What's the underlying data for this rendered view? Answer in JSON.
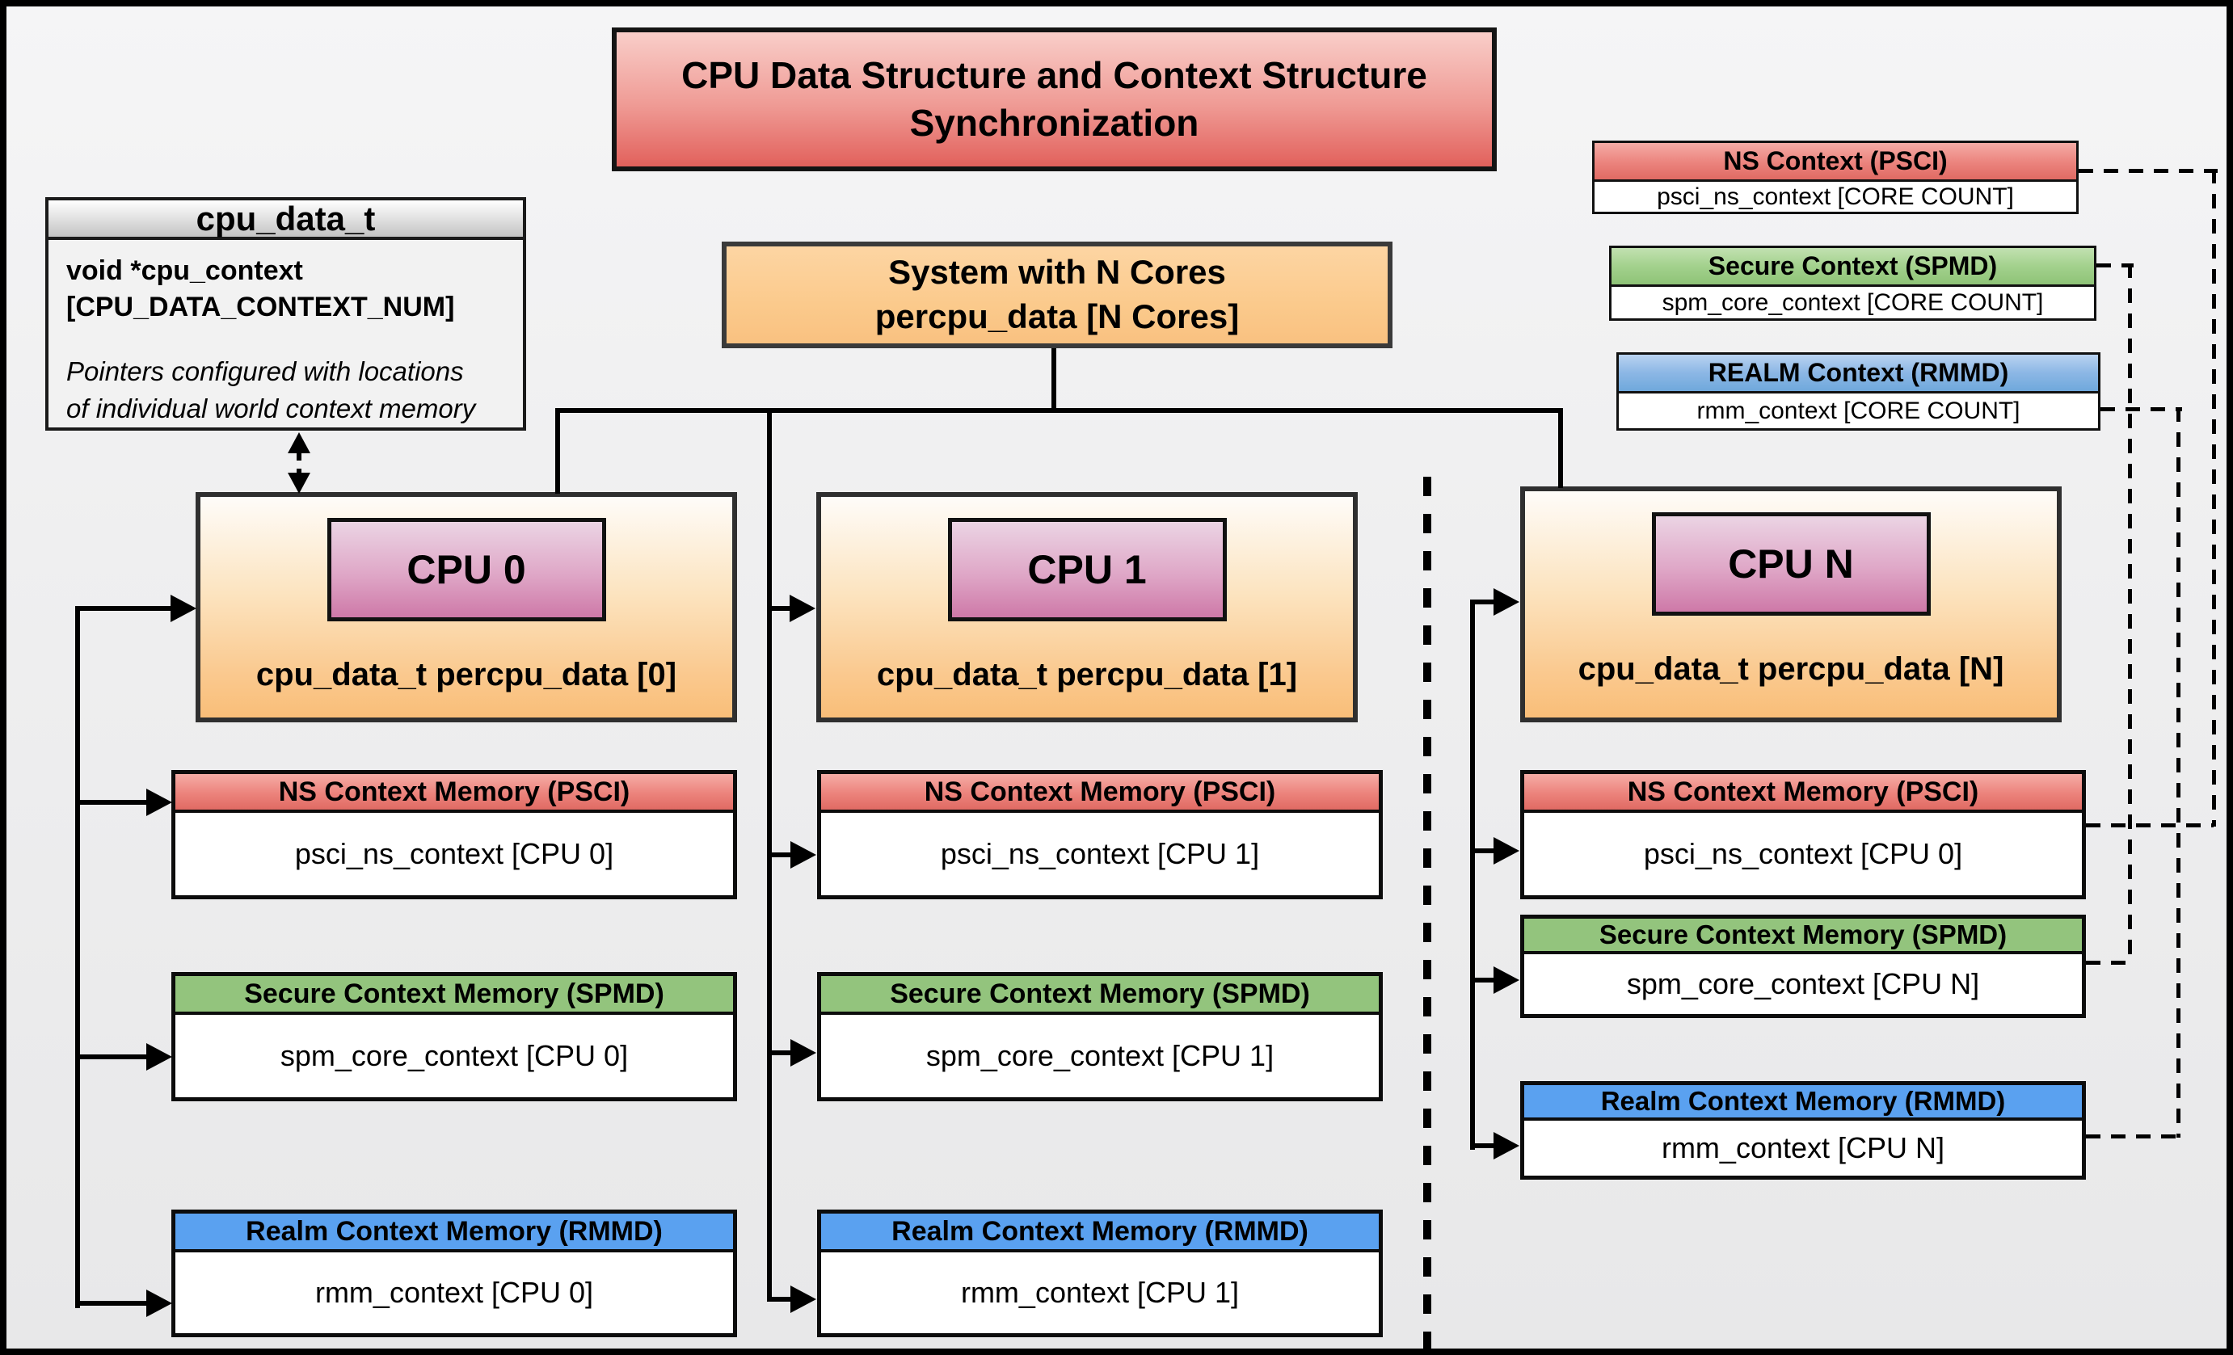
{
  "title": {
    "line1": "CPU Data Structure and Context Structure",
    "line2": "Synchronization"
  },
  "cpu_data_t_box": {
    "header": "cpu_data_t",
    "field_line1": "void  *cpu_context",
    "field_line2": "[CPU_DATA_CONTEXT_NUM]",
    "note_line1": "Pointers configured with locations",
    "note_line2": "of individual world context memory"
  },
  "system_box": {
    "line1": "System with N Cores",
    "line2": "percpu_data [N Cores]"
  },
  "legend": {
    "psci": {
      "header": "NS Context  (PSCI)",
      "body": "psci_ns_context [CORE COUNT]",
      "color": "#E06A63"
    },
    "spmd": {
      "header": "Secure Context (SPMD)",
      "body": "spm_core_context [CORE COUNT]",
      "color": "#93C47D"
    },
    "rmmd": {
      "header": "REALM Context (RMMD)",
      "body": "rmm_context [CORE COUNT]",
      "color": "#6FA8DC"
    }
  },
  "cpus": [
    {
      "label": "CPU 0",
      "data_label": "cpu_data_t percpu_data [0]",
      "ns": {
        "header": "NS Context Memory (PSCI)",
        "body": "psci_ns_context [CPU 0]"
      },
      "secure": {
        "header": "Secure Context Memory (SPMD)",
        "body": "spm_core_context [CPU 0]"
      },
      "realm": {
        "header": "Realm Context Memory (RMMD)",
        "body": "rmm_context [CPU 0]"
      }
    },
    {
      "label": "CPU 1",
      "data_label": "cpu_data_t percpu_data [1]",
      "ns": {
        "header": "NS Context Memory (PSCI)",
        "body": "psci_ns_context [CPU 1]"
      },
      "secure": {
        "header": "Secure Context Memory (SPMD)",
        "body": "spm_core_context [CPU 1]"
      },
      "realm": {
        "header": "Realm Context Memory (RMMD)",
        "body": "rmm_context [CPU 1]"
      }
    },
    {
      "label": "CPU N",
      "data_label": "cpu_data_t percpu_data [N]",
      "ns": {
        "header": "NS Context Memory (PSCI)",
        "body": "psci_ns_context [CPU 0]"
      },
      "secure": {
        "header": "Secure Context Memory (SPMD)",
        "body": "spm_core_context [CPU N]"
      },
      "realm": {
        "header": "Realm Context Memory (RMMD)",
        "body": "rmm_context [CPU N]"
      }
    }
  ],
  "colors": {
    "title_gradient_top": "#F9CEC9",
    "title_gradient_bottom": "#E2615C",
    "system_orange": "#FBCA8C",
    "cpu_group_orange": "#F9BE78",
    "cpu_label_pink": "#CE79A8",
    "ns_red": "#E06A63",
    "secure_green": "#93C47D",
    "realm_blue": "#5AA1F0",
    "background_gray": "#EFEFF0"
  }
}
